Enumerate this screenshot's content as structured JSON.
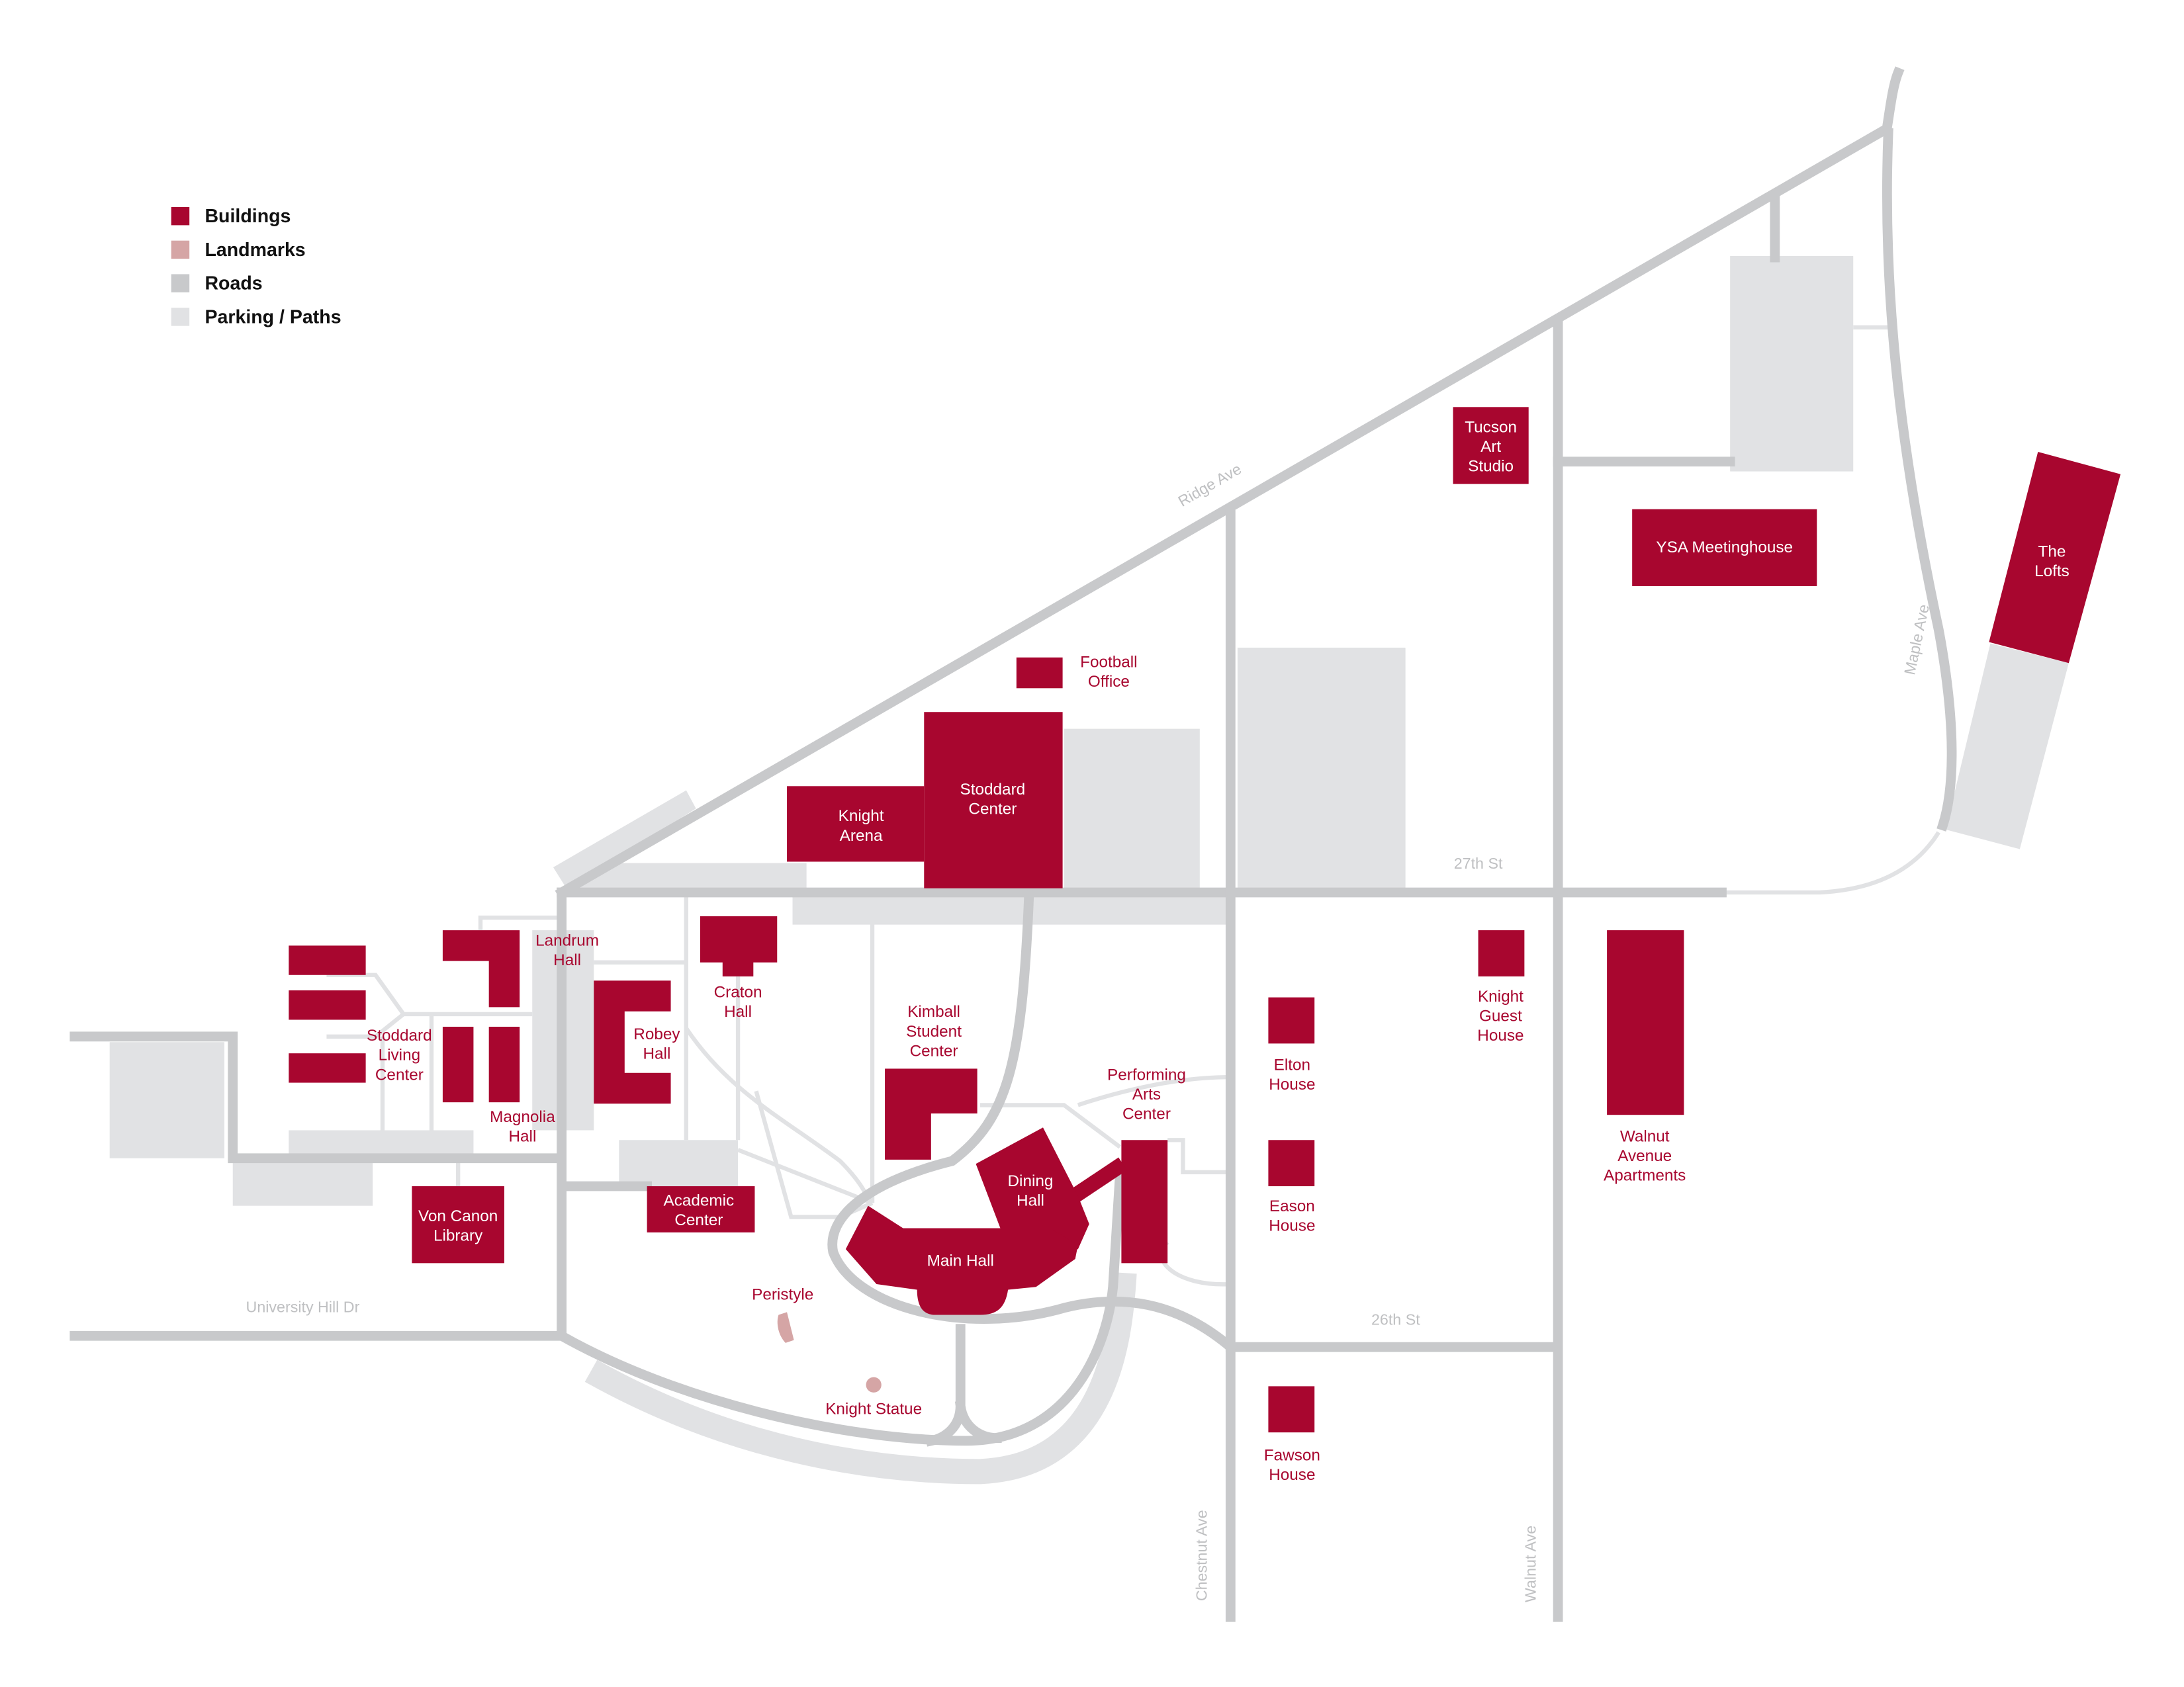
{
  "colors": {
    "building": "#a8062f",
    "landmark": "#d5a5a5",
    "road": "#c8c9cb",
    "parking_paths": "#e1e2e4"
  },
  "legend": [
    {
      "label": "Buildings",
      "color": "#a8062f"
    },
    {
      "label": "Landmarks",
      "color": "#d5a5a5"
    },
    {
      "label": "Roads",
      "color": "#c8c9cb"
    },
    {
      "label": "Parking / Paths",
      "color": "#e1e2e4"
    }
  ],
  "streets": {
    "ridge": "Ridge Ave",
    "maple": "Maple Ave",
    "st27": "27th St",
    "st26": "26th St",
    "university": "University Hill Dr",
    "chestnut": "Chestnut Ave",
    "walnut": "Walnut Ave"
  },
  "buildings": {
    "stoddard_living": [
      "Stoddard",
      "Living",
      "Center"
    ],
    "landrum": [
      "Landrum",
      "Hall"
    ],
    "magnolia": [
      "Magnolia",
      "Hall"
    ],
    "robey": [
      "Robey",
      "Hall"
    ],
    "craton": [
      "Craton",
      "Hall"
    ],
    "kimball": [
      "Kimball",
      "Student",
      "Center"
    ],
    "academic": [
      "Academic",
      "Center"
    ],
    "von_canon": [
      "Von Canon",
      "Library"
    ],
    "knight_arena": [
      "Knight",
      "Arena"
    ],
    "stoddard_center": [
      "Stoddard",
      "Center"
    ],
    "football": [
      "Football",
      "Office"
    ],
    "tucson": [
      "Tucson",
      "Art",
      "Studio"
    ],
    "ysa": [
      "YSA Meetinghouse"
    ],
    "lofts": [
      "The",
      "Lofts"
    ],
    "knight_guest": [
      "Knight",
      "Guest",
      "House"
    ],
    "walnut_apts": [
      "Walnut",
      "Avenue",
      "Apartments"
    ],
    "elton": [
      "Elton",
      "House"
    ],
    "eason": [
      "Eason",
      "House"
    ],
    "fawson": [
      "Fawson",
      "House"
    ],
    "performing_arts": [
      "Performing",
      "Arts",
      "Center"
    ],
    "dining": [
      "Dining",
      "Hall"
    ],
    "main_hall": [
      "Main Hall"
    ]
  },
  "landmarks": {
    "peristyle": "Peristyle",
    "knight_statue": "Knight Statue"
  }
}
